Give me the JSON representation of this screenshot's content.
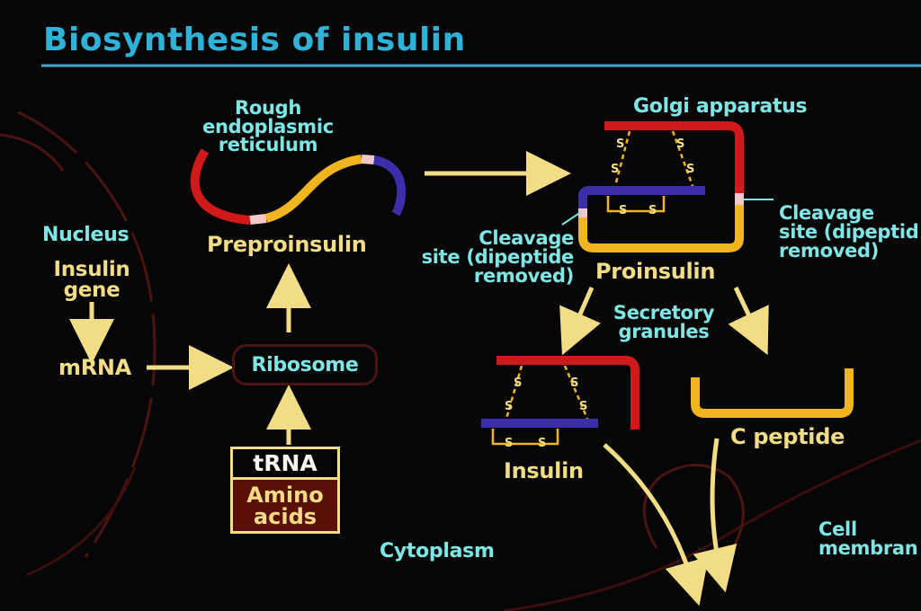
{
  "title": "Biosynthesis of insulin",
  "labels": {
    "nucleus": "Nucleus",
    "insulin_gene": "Insulin\ngene",
    "mrna": "mRNA",
    "ribosome": "Ribosome",
    "trna": "tRNA",
    "amino_acids": "Amino\nacids",
    "rough_er": "Rough\nendoplasmic\nreticulum",
    "preproinsulin": "Preproinsulin",
    "golgi": "Golgi apparatus",
    "cleavage_left": "Cleavage\nsite (dipeptide\nremoved)",
    "cleavage_right": "Cleavage\nsite (dipeptid\nremoved)",
    "proinsulin": "Proinsulin",
    "secretory": "Secretory\ngranules",
    "insulin": "Insulin",
    "c_peptide": "C peptide",
    "cytoplasm": "Cytoplasm",
    "cell_membrane": "Cell\nmembran"
  },
  "disulfide_symbol": "S",
  "colors": {
    "title": "#2fb2d8",
    "rule": "#3aa8d8",
    "label_cyan": "#7fe6e6",
    "label_yellow": "#f2dd86",
    "arrow": "#f2dd86",
    "chain_red": "#d0191a",
    "chain_yellow": "#f1b520",
    "chain_blue": "#3b2ea8",
    "cleavage_pink": "#f4c8c8",
    "membrane": "#4a1410"
  }
}
